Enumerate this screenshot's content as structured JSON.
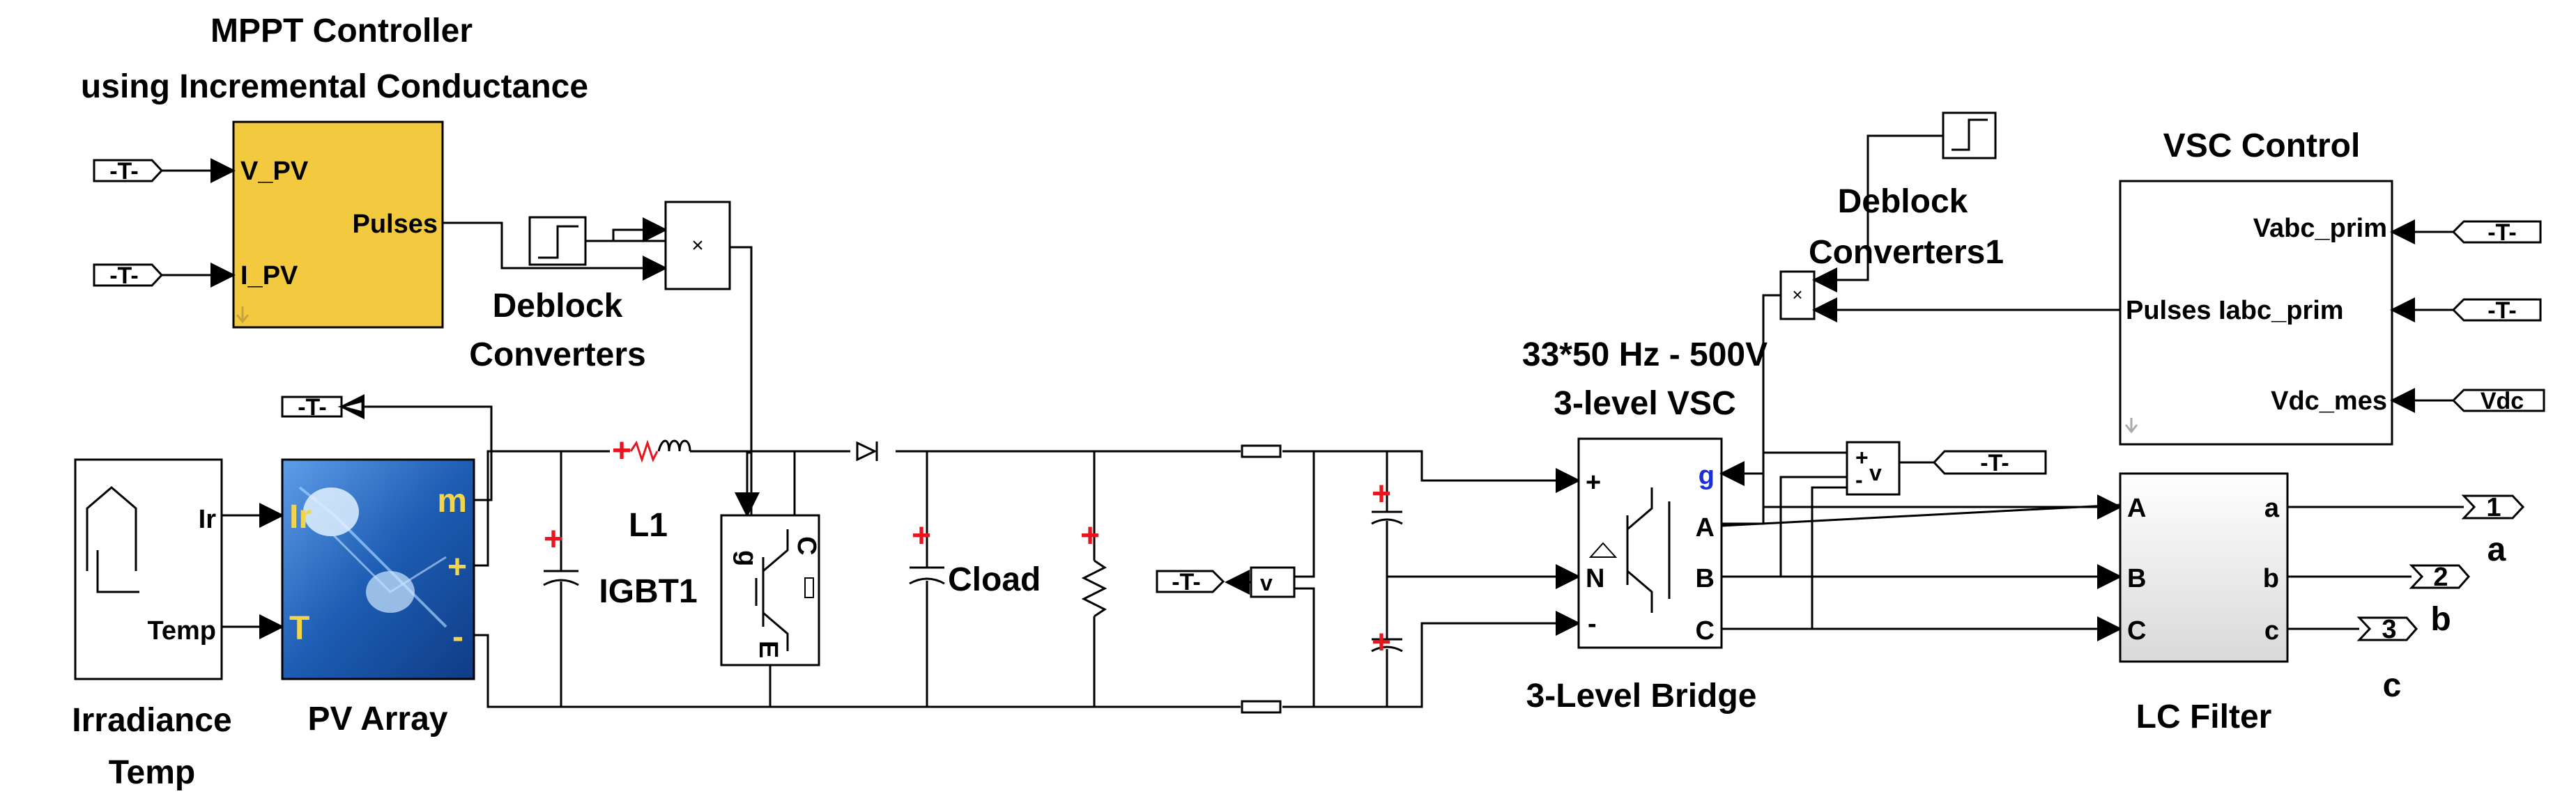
{
  "labels": {
    "mppt_title_1": "MPPT Controller",
    "mppt_title_2": "using  Incremental Conductance",
    "mppt_in_vpv": "V_PV",
    "mppt_in_ipv": "I_PV",
    "mppt_out": "Pulses",
    "deblock": "Deblock",
    "converters": "Converters",
    "deblock1_a": "Deblock",
    "deblock1_b": "Converters1",
    "vsc_control": "VSC Control",
    "vabc_prim": "Vabc_prim",
    "pulses_iabc": "Pulses Iabc_prim",
    "vdc_mes": "Vdc_mes",
    "vdc_tag": "Vdc",
    "vsc_title_1": "33*50 Hz - 500V",
    "vsc_title_2": "3-level VSC",
    "bridge_label": "3-Level Bridge",
    "bridge_plus": "+",
    "bridge_n": "N",
    "bridge_minus": "-",
    "bridge_g": "g",
    "bridge_a": "A",
    "bridge_b": "B",
    "bridge_c": "C",
    "lc_filter": "LC Filter",
    "lc_A": "A",
    "lc_B": "B",
    "lc_C": "C",
    "lc_a": "a",
    "lc_b": "b",
    "lc_c": "c",
    "out1": "1",
    "out2": "2",
    "out3": "3",
    "out_a": "a",
    "out_b": "b",
    "out_c": "c",
    "goto_tag": "-T-",
    "ir": "Ir",
    "temp_port": "Temp",
    "irradiance": "Irradiance",
    "temp_label": "Temp",
    "pv_array": "PV Array",
    "pv_ir": "Ir",
    "pv_t": "T",
    "pv_m": "m",
    "pv_plus": "+",
    "pv_minus": "-",
    "l1": "L1",
    "igbt1": "IGBT1",
    "igbt_g": "g",
    "igbt_c": "C",
    "igbt_e": "E",
    "cload": "Cload",
    "vmeas_v": "v",
    "vmeas_plus": "+",
    "vmeas_minus": "-",
    "vmeas2": "+v",
    "vmeas2_minus": "-",
    "mult": "×"
  },
  "colors": {
    "mppt_fill": "#f3c940",
    "pv_blue": "#2a6fc9",
    "terminal_red": "#e8141e",
    "text_yellow": "#f2d54a",
    "g_blue": "#1a2fd6"
  }
}
